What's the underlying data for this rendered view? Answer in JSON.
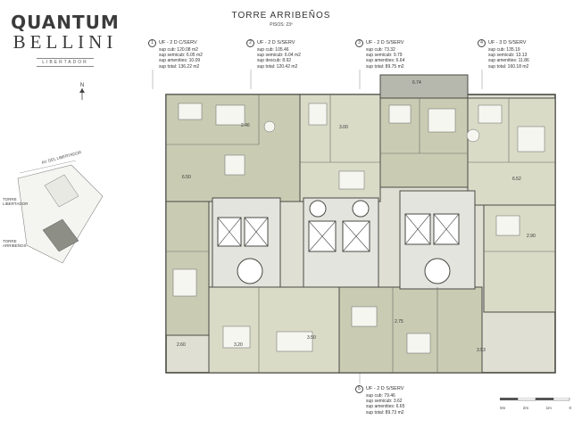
{
  "brand": {
    "line1": "QUANTUM",
    "line2": "BELLINI",
    "line3": "LIBERTADOR"
  },
  "heading": {
    "title": "TORRE ARRIBEÑOS",
    "subtitle": "PISOS: 23º"
  },
  "units": [
    {
      "number": "1",
      "name": "UF - 2 D C/SERV",
      "lines": [
        "sup cub: 120.08 m2",
        "sup semicub: 6.05 m2",
        "sup amenities: 10.09",
        "sup total: 136.22 m2"
      ]
    },
    {
      "number": "2",
      "name": "UF - 2 D S/SERV",
      "lines": [
        "sup cub: 105.46",
        "sup semicub: 6.04 m2",
        "sup descub: 8.92",
        "sup total: 120.42 m2"
      ]
    },
    {
      "number": "3",
      "name": "UF - 2 D S/SERV",
      "lines": [
        "sup cub: 73.32",
        "sup semicub: 9.79",
        "sup amenities: 6.64",
        "sup total: 89.75 m2"
      ]
    },
    {
      "number": "4",
      "name": "UF - 3 D S/SERV",
      "lines": [
        "sup cub: 135.19",
        "sup semicub: 13.13",
        "sup amenities: 11.86",
        "sup total: 160.18 m2"
      ]
    },
    {
      "number": "5",
      "name": "UF - 2 D S/SERV",
      "lines": [
        "sup cub: 79.46",
        "sup semicub: 3.62",
        "sup amenities: 6.65",
        "sup total: 89.73 m2"
      ]
    }
  ],
  "site_plan": {
    "north": "N",
    "street": "AV. DEL LIBERTADOR",
    "tower_1": [
      "TORRE",
      "LIBERTADOR"
    ],
    "tower_2": [
      "TORRE",
      "ARRIBEÑOS"
    ]
  },
  "scale": {
    "labels": [
      "0m",
      "2m",
      "1m",
      "0"
    ]
  },
  "dimensions": [
    "2.46",
    "6.50",
    "6.52",
    "3.00",
    "2.90",
    "3.50",
    "2.60",
    "3.20",
    "2.75",
    "3.53",
    "6.74"
  ],
  "colors": {
    "unit_fill": "#c9ccb3",
    "unit_fill_light": "#d9dbc7",
    "core_fill": "#e4e4df",
    "wall": "#4a4a44",
    "terrace": "#b7b8ad",
    "line": "#777"
  }
}
